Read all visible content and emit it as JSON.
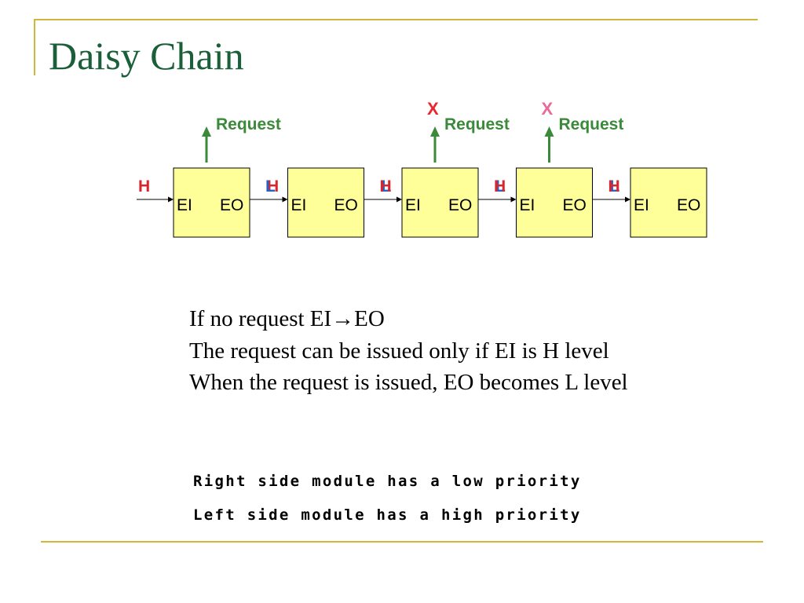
{
  "slide": {
    "title": "Daisy Chain",
    "bullets": [
      "If no request EI→EO",
      "The request can be issued only if EI is H level",
      "When the request is issued, EO becomes L level"
    ],
    "notes": [
      "Right side module has a low priority",
      "Left side module has a high priority"
    ]
  },
  "diagram": {
    "module_in_label": "EI",
    "module_out_label": "EO",
    "modules": [
      {
        "request": "Request",
        "x_mark": ""
      },
      {
        "request": "",
        "x_mark": ""
      },
      {
        "request": "Request",
        "x_mark": "X"
      },
      {
        "request": "Request",
        "x_mark": "X"
      },
      {
        "request": "",
        "x_mark": ""
      }
    ],
    "signals": [
      {
        "front": "H",
        "back": ""
      },
      {
        "front": "L",
        "back": "H"
      },
      {
        "front": "H",
        "back": "L"
      },
      {
        "front": "H",
        "back": "L"
      },
      {
        "front": "H",
        "back": "L"
      }
    ],
    "colors": {
      "box_fill": "#ffff99",
      "request_arrow": "#3a8a3a",
      "request_text": "#3a8a3a",
      "h_level": "#d9252b",
      "l_level": "#2a5fc4",
      "x_mark_primary": "#e8262e",
      "x_mark_secondary": "#e86a9a"
    }
  }
}
